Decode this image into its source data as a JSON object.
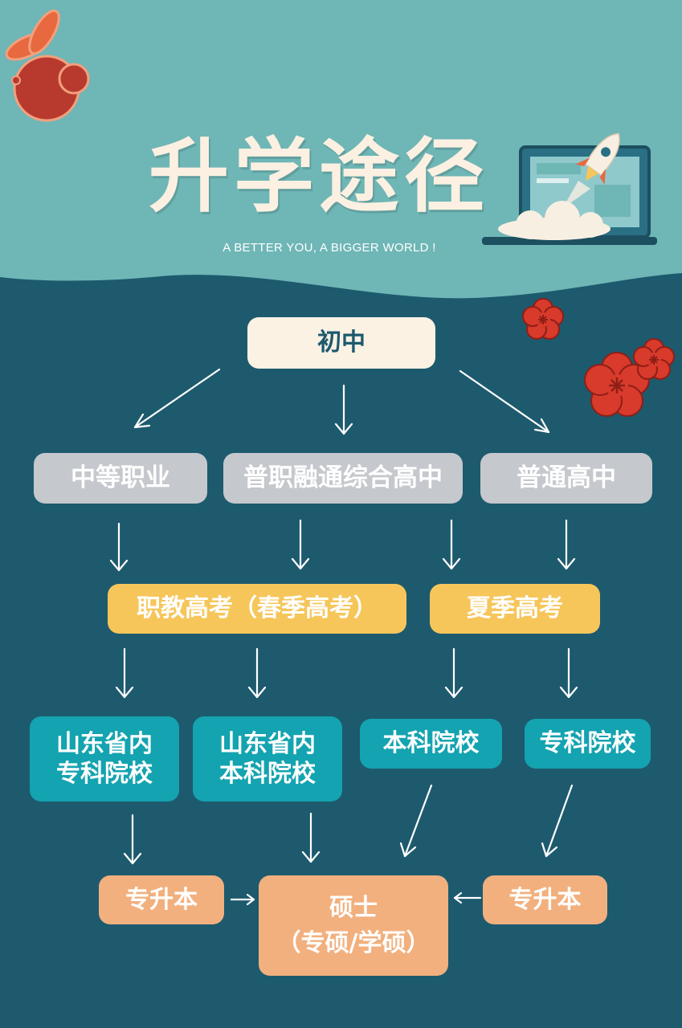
{
  "header": {
    "title": "升学途径",
    "subtitle": "A BETTER YOU, A BIGGER WORLD !"
  },
  "colors": {
    "background": "#1d5a6e",
    "top_band": "#6fb6b6",
    "cream": "#fbf2e4",
    "grey": "#c5c8cd",
    "yellow": "#f6c65b",
    "teal": "#14a3b0",
    "peach": "#f2b07e",
    "flower": "#d83a2b"
  },
  "icons": [
    "rabbit-icon",
    "rocket-icon",
    "laptop-icon",
    "flower-icon"
  ],
  "flow": {
    "start": "初中",
    "schools": {
      "vocational": "中等职业",
      "integrated": "普职融通综合高中",
      "general": "普通高中"
    },
    "exams": {
      "spring": "职教高考（春季高考）",
      "summer": "夏季高考"
    },
    "colleges": {
      "sd_junior": [
        "山东省内",
        "专科院校"
      ],
      "sd_undergrad": [
        "山东省内",
        "本科院校"
      ],
      "undergrad": "本科院校",
      "junior": "专科院校"
    },
    "final": {
      "upgrade_left": "专升本",
      "master_line1": "硕士",
      "master_line2": "（专硕/学硕）",
      "upgrade_right": "专升本"
    }
  }
}
